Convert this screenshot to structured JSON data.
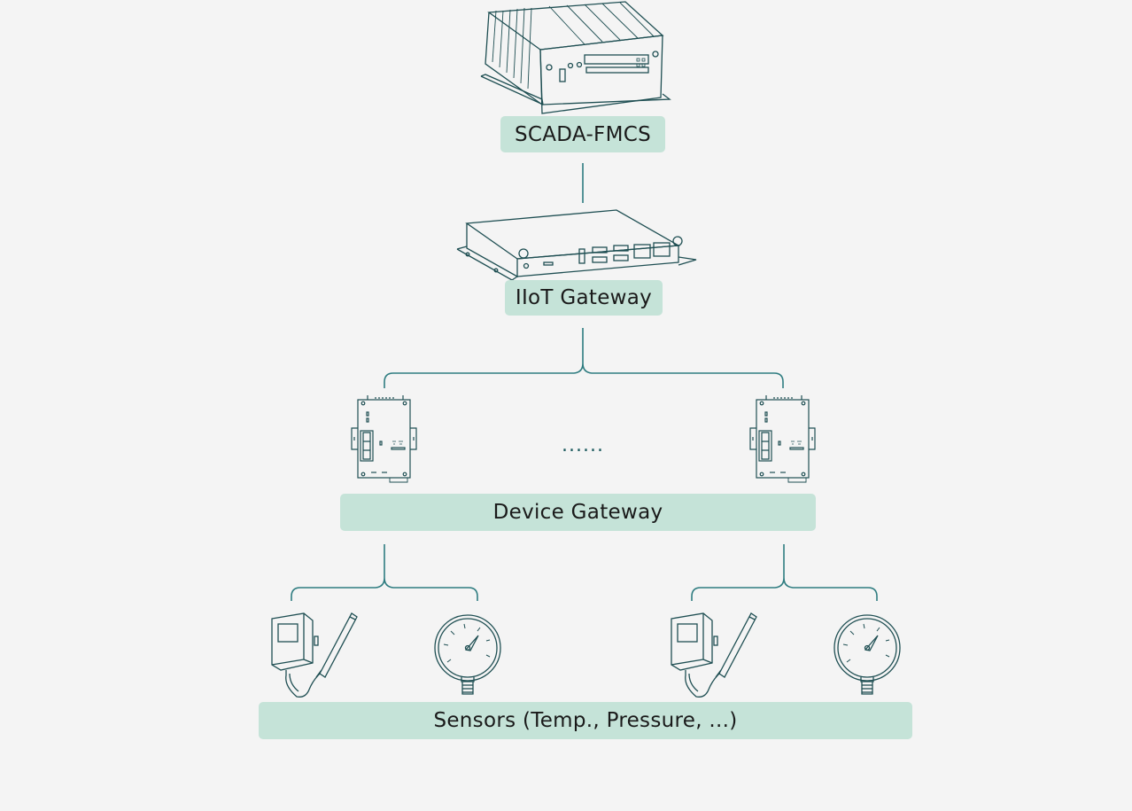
{
  "diagram": {
    "nodes": {
      "scada": {
        "label": "SCADA-FMCS",
        "icon": "industrial-server-icon"
      },
      "iiot_gateway": {
        "label": "IIoT Gateway",
        "icon": "edge-gateway-box-icon"
      },
      "device_gateway": {
        "label": "Device Gateway",
        "icon": "din-rail-gateway-icon"
      },
      "sensors": {
        "label": "Sensors (Temp., Pressure, ...)",
        "icons": [
          "temperature-sensor-icon",
          "pressure-gauge-icon"
        ]
      }
    },
    "ellipsis": "......",
    "edges": [
      [
        "scada",
        "iiot_gateway"
      ],
      [
        "iiot_gateway",
        "device_gateway"
      ],
      [
        "device_gateway",
        "sensors"
      ]
    ]
  },
  "colors": {
    "background": "#f4f4f4",
    "label_fill": "#c5e3d8",
    "connector": "#2e7c80",
    "line_art": "#1f4f53"
  }
}
